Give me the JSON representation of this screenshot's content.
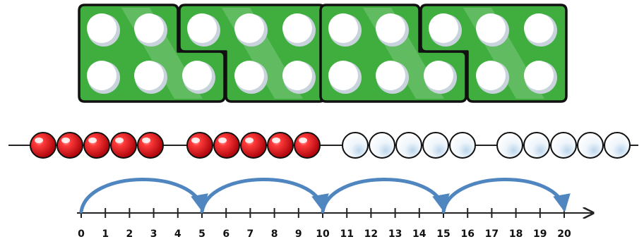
{
  "colors": {
    "tile_fill": "#3fae3f",
    "tile_stroke": "#111111",
    "bead_red": "#e0141a",
    "bead_white": "#ffffff",
    "arrow": "#4f86c0",
    "line": "#222222"
  },
  "number_tiles": [
    {
      "value": 5,
      "orientation": "down"
    },
    {
      "value": 5,
      "orientation": "up"
    },
    {
      "value": 5,
      "orientation": "down"
    },
    {
      "value": 5,
      "orientation": "up"
    }
  ],
  "bead_string": {
    "groups": [
      {
        "count": 5,
        "color": "red"
      },
      {
        "count": 5,
        "color": "red"
      },
      {
        "count": 5,
        "color": "white"
      },
      {
        "count": 5,
        "color": "white"
      }
    ]
  },
  "number_line": {
    "start": 0,
    "end": 20,
    "step": 1,
    "labels": [
      "0",
      "1",
      "2",
      "3",
      "4",
      "5",
      "6",
      "7",
      "8",
      "9",
      "10",
      "11",
      "12",
      "13",
      "14",
      "15",
      "16",
      "17",
      "18",
      "19",
      "20"
    ],
    "jumps": [
      [
        0,
        5
      ],
      [
        5,
        10
      ],
      [
        10,
        15
      ],
      [
        15,
        20
      ]
    ]
  }
}
